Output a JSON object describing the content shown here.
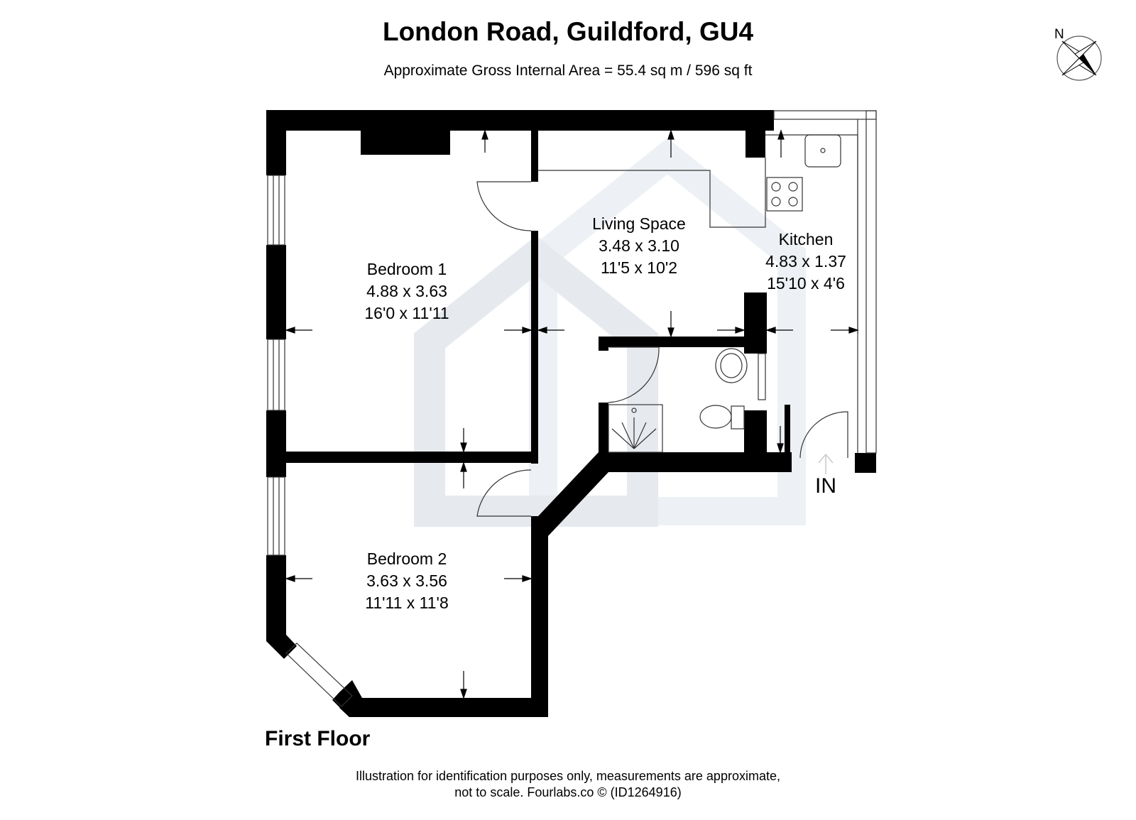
{
  "header": {
    "title": "London Road, Guildford, GU4",
    "subtitle": "Approximate Gross Internal Area = 55.4 sq m / 596 sq ft"
  },
  "compass": {
    "label": "N",
    "icon": "compass-rose-icon"
  },
  "rooms": [
    {
      "name": "Bedroom 1",
      "metric": "4.88 x 3.63",
      "imperial": "16'0 x 11'11"
    },
    {
      "name": "Living Space",
      "metric": "3.48 x 3.10",
      "imperial": "11'5 x 10'2"
    },
    {
      "name": "Kitchen",
      "metric": "4.83 x 1.37",
      "imperial": "15'10 x 4'6"
    },
    {
      "name": "Bedroom 2",
      "metric": "3.63 x 3.56",
      "imperial": "11'11 x 11'8"
    }
  ],
  "entrance": {
    "label": "IN"
  },
  "floor": {
    "label": "First Floor"
  },
  "footer": {
    "line1": "Illustration for identification purposes only, measurements are approximate,",
    "line2": "not to scale. Fourlabs.co © (ID1264916)"
  },
  "colors": {
    "wall": "#000000",
    "watermark": "#e6eaef",
    "line": "#333333"
  }
}
